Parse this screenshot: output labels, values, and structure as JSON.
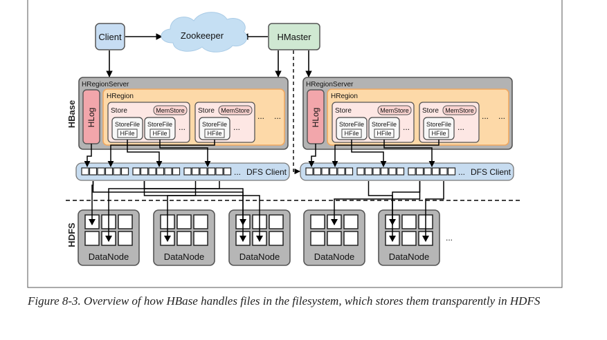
{
  "diagram": {
    "client": "Client",
    "zookeeper": "Zookeeper",
    "hmaster": "HMaster",
    "hbase_label": "HBase",
    "hdfs_label": "HDFS",
    "region_servers": [
      {
        "title": "HRegionServer",
        "hlog": "HLog",
        "region": "HRegion",
        "stores": [
          {
            "label": "Store",
            "memstore": "MemStore",
            "storefiles": [
              {
                "label": "StoreFile",
                "hfile": "HFile"
              },
              {
                "label": "StoreFile",
                "hfile": "HFile"
              }
            ],
            "more": "..."
          },
          {
            "label": "Store",
            "memstore": "MemStore",
            "storefiles": [
              {
                "label": "StoreFile",
                "hfile": "HFile"
              }
            ],
            "more": "..."
          }
        ],
        "store_more": "...",
        "region_more": "...",
        "dfs_client": "DFS Client",
        "dfs_more": "..."
      },
      {
        "title": "HRegionServer",
        "hlog": "HLog",
        "region": "HRegion",
        "stores": [
          {
            "label": "Store",
            "memstore": "MemStore",
            "storefiles": [
              {
                "label": "StoreFile",
                "hfile": "HFile"
              },
              {
                "label": "StoreFile",
                "hfile": "HFile"
              }
            ],
            "more": "..."
          },
          {
            "label": "Store",
            "memstore": "MemStore",
            "storefiles": [
              {
                "label": "StoreFile",
                "hfile": "HFile"
              }
            ],
            "more": "..."
          }
        ],
        "store_more": "...",
        "region_more": "...",
        "dfs_client": "DFS Client",
        "dfs_more": "..."
      }
    ],
    "datanodes": [
      {
        "label": "DataNode",
        "filled": [
          0,
          4
        ]
      },
      {
        "label": "DataNode",
        "filled": [
          3
        ]
      },
      {
        "label": "DataNode",
        "filled": [
          0,
          3,
          4
        ]
      },
      {
        "label": "DataNode",
        "filled": [
          1
        ]
      },
      {
        "label": "DataNode",
        "filled": [
          0,
          3,
          5
        ]
      }
    ],
    "datanodes_more": "..."
  },
  "caption": "Figure 8-3. Overview of how HBase handles files in the filesystem, which stores them transparently in HDFS",
  "colors": {
    "server_fill": "#b3b3b3",
    "region_fill": "#fdd9a8",
    "region_stroke": "#f0a860",
    "store_fill": "#fde7e4",
    "hlog_fill": "#f2a6ab",
    "memstore_fill": "#f9d3d0",
    "hmaster_fill": "#cfe8d2",
    "client_fill": "#c7ddf3",
    "cloud_fill": "#c5dff3",
    "dfs_fill": "#c7dcf0",
    "datanode_fill": "#b6b6b6"
  }
}
